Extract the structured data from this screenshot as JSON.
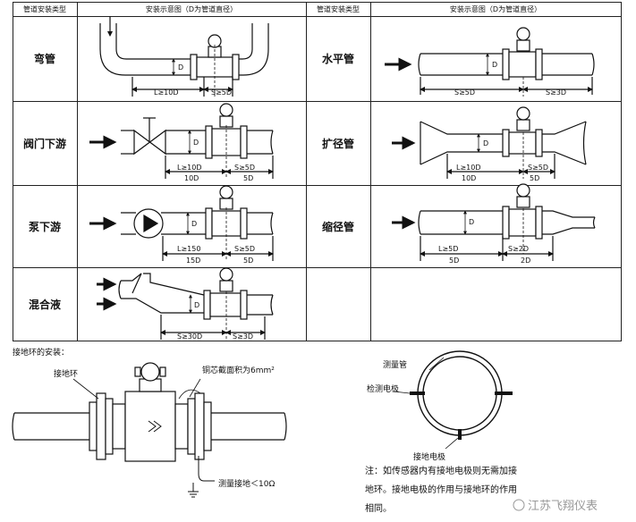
{
  "table": {
    "headers": [
      "管道安装类型",
      "安装示意图（D为管道直径）",
      "管道安装类型",
      "安装示意图（D为管道直径）"
    ],
    "rows": [
      {
        "left_type": "弯管",
        "right_type": "水平管"
      },
      {
        "left_type": "阀门下游",
        "right_type": "扩径管"
      },
      {
        "left_type": "泵下游",
        "right_type": "缩径管"
      },
      {
        "left_type": "混合液",
        "right_type": ""
      }
    ]
  },
  "diagrams": {
    "elbow": {
      "d": "D",
      "upstream": "L≥10D",
      "downstream": "S≥5D"
    },
    "horizontal": {
      "d": "D",
      "upstream": "S≥5D",
      "downstream": "S≥3D"
    },
    "valve": {
      "d": "D",
      "upstream": "L≥10D",
      "downstream": "S≥5D",
      "up_short": "10D",
      "down_short": "5D"
    },
    "expander": {
      "d": "D",
      "upstream": "L≥10D",
      "downstream": "S≥5D",
      "up_short": "10D",
      "down_short": "5D"
    },
    "pump": {
      "d": "D",
      "upstream": "L≥150",
      "downstream": "S≥5D",
      "up_short": "15D",
      "down_short": "5D"
    },
    "reducer": {
      "d": "D",
      "upstream": "L≥5D",
      "downstream": "S≥2D",
      "up_short": "5D",
      "down_short": "2D"
    },
    "mixing": {
      "d": "D",
      "upstream": "S≥30D",
      "downstream": "S≥3D"
    }
  },
  "grounding": {
    "title": "接地环的安装：",
    "ring_label": "接地环",
    "copper_label": "铜芯截面积为6mm²",
    "resistance_label": "测量接地＜10Ω"
  },
  "cross_section": {
    "tube_label": "测量管",
    "electrode_label": "检测电极",
    "ground_electrode_label": "接地电极"
  },
  "note": {
    "line1": "注：如传感器内有接地电极则无需加接",
    "line2": "地环。接地电极的作用与接地环的作用",
    "line3": "相同。"
  },
  "watermark": "江苏飞翔仪表"
}
